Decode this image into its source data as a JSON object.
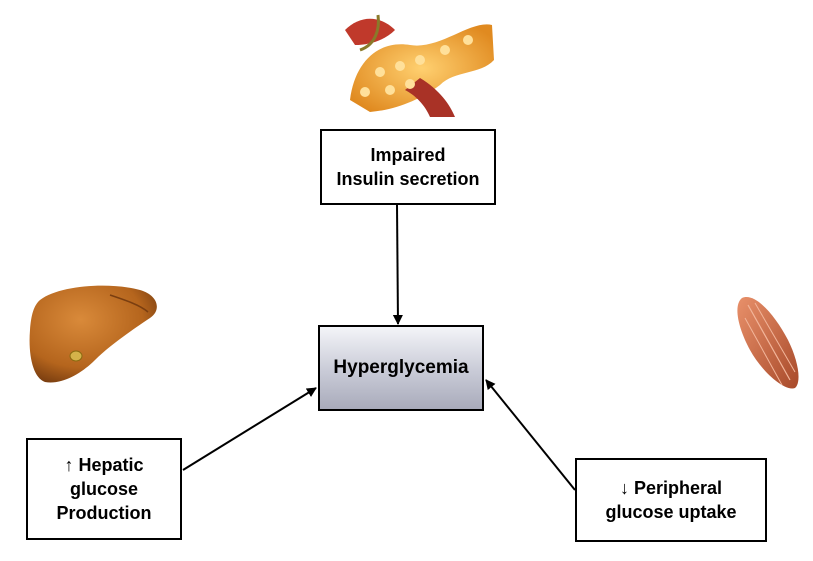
{
  "nodes": {
    "insulin": {
      "line1": "Impaired",
      "line2": "Insulin secretion"
    },
    "hyperglycemia": {
      "label": "Hyperglycemia"
    },
    "hepatic": {
      "line1": "↑ Hepatic",
      "line2": "glucose",
      "line3": "Production"
    },
    "peripheral": {
      "line1": "↓ Peripheral",
      "line2": "glucose uptake"
    }
  },
  "icons": {
    "top": "pancreas-illustration",
    "left": "liver-illustration",
    "right": "muscle-illustration"
  },
  "colors": {
    "border": "#000000",
    "hyperglycemia_fill_top": "#f3f4f8",
    "hyperglycemia_fill_bottom": "#a9abbb",
    "pancreas": "#f0a030",
    "liver": "#b5651d",
    "muscle": "#d2704a"
  }
}
